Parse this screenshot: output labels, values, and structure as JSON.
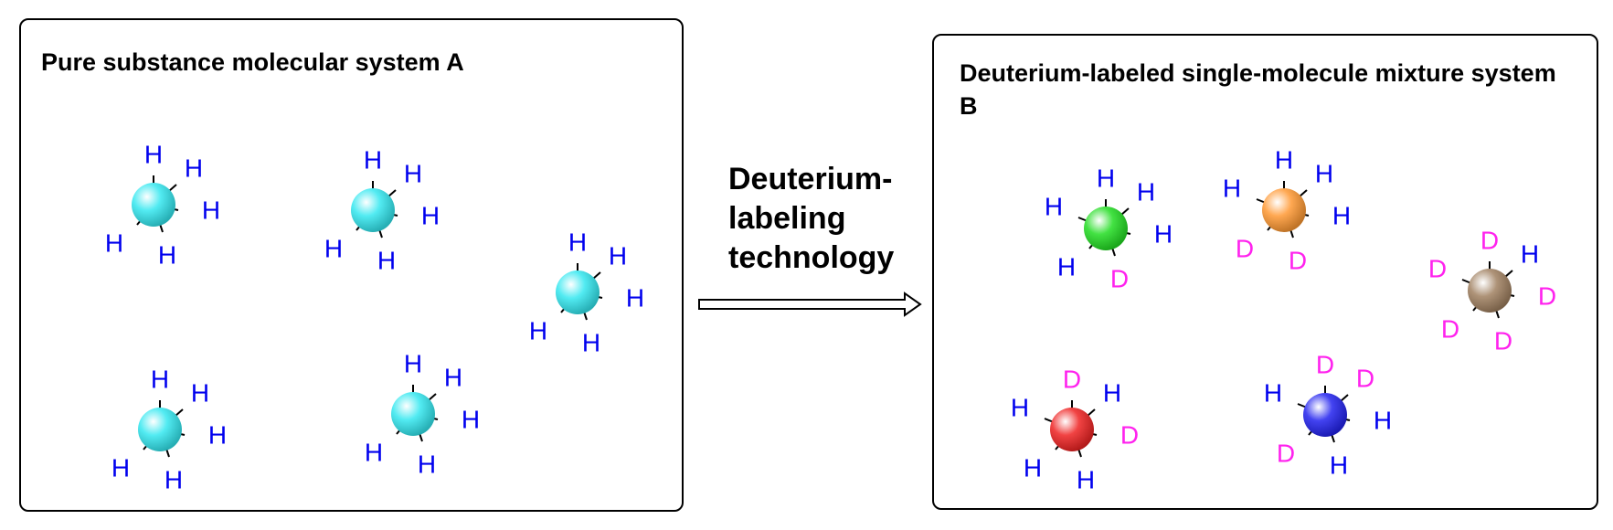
{
  "panel_a": {
    "title": "Pure substance molecular system A",
    "molecules": [
      {
        "color": "#33e8f0",
        "labels": [
          "H",
          "H",
          "H",
          "H",
          "H"
        ]
      },
      {
        "color": "#33e8f0",
        "labels": [
          "H",
          "H",
          "H",
          "H",
          "H"
        ]
      },
      {
        "color": "#33e8f0",
        "labels": [
          "H",
          "H",
          "H",
          "H",
          "H"
        ]
      },
      {
        "color": "#33e8f0",
        "labels": [
          "H",
          "H",
          "H",
          "H",
          "H"
        ]
      },
      {
        "color": "#33e8f0",
        "labels": [
          "H",
          "H",
          "H",
          "H",
          "H"
        ]
      }
    ]
  },
  "panel_b": {
    "title": "Deuterium-labeled single-molecule mixture system B",
    "molecules": [
      {
        "color": "#22dd22",
        "labels": [
          "H",
          "H",
          "H",
          "D",
          "H",
          "H"
        ]
      },
      {
        "color": "#ff9933",
        "labels": [
          "H",
          "H",
          "H",
          "D",
          "D",
          "H"
        ]
      },
      {
        "color": "#a08060",
        "labels": [
          "D",
          "H",
          "D",
          "D",
          "D",
          "D"
        ]
      },
      {
        "color": "#ee2222",
        "labels": [
          "D",
          "H",
          "D",
          "H",
          "H",
          "H"
        ]
      },
      {
        "color": "#2222ee",
        "labels": [
          "D",
          "D",
          "H",
          "H",
          "D",
          "H"
        ]
      }
    ]
  },
  "arrow_label": "Deuterium-\nlabeling\ntechnology",
  "colors": {
    "hydrogen": "#0000ee",
    "deuterium": "#ff22ee",
    "outline": "#000000"
  }
}
